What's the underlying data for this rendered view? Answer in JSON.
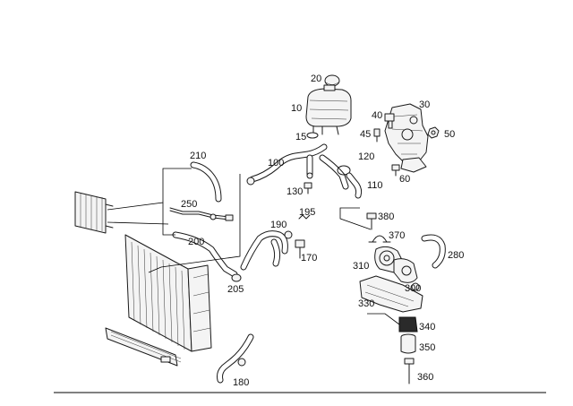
{
  "diagram": {
    "labels": [
      {
        "id": "p10",
        "text": "10"
      },
      {
        "id": "p15",
        "text": "15"
      },
      {
        "id": "p20",
        "text": "20"
      },
      {
        "id": "p30",
        "text": "30"
      },
      {
        "id": "p40",
        "text": "40"
      },
      {
        "id": "p45",
        "text": "45"
      },
      {
        "id": "p50",
        "text": "50"
      },
      {
        "id": "p60",
        "text": "60"
      },
      {
        "id": "p100",
        "text": "100"
      },
      {
        "id": "p110",
        "text": "110"
      },
      {
        "id": "p120",
        "text": "120"
      },
      {
        "id": "p130",
        "text": "130"
      },
      {
        "id": "p170",
        "text": "170"
      },
      {
        "id": "p180",
        "text": "180"
      },
      {
        "id": "p190",
        "text": "190"
      },
      {
        "id": "p195",
        "text": "195"
      },
      {
        "id": "p200",
        "text": "200"
      },
      {
        "id": "p205",
        "text": "205"
      },
      {
        "id": "p210",
        "text": "210"
      },
      {
        "id": "p250",
        "text": "250"
      },
      {
        "id": "p280",
        "text": "280"
      },
      {
        "id": "p300",
        "text": "300"
      },
      {
        "id": "p310",
        "text": "310"
      },
      {
        "id": "p330",
        "text": "330"
      },
      {
        "id": "p340",
        "text": "340"
      },
      {
        "id": "p350",
        "text": "350"
      },
      {
        "id": "p360",
        "text": "360"
      },
      {
        "id": "p370",
        "text": "370"
      },
      {
        "id": "p380",
        "text": "380"
      }
    ]
  }
}
